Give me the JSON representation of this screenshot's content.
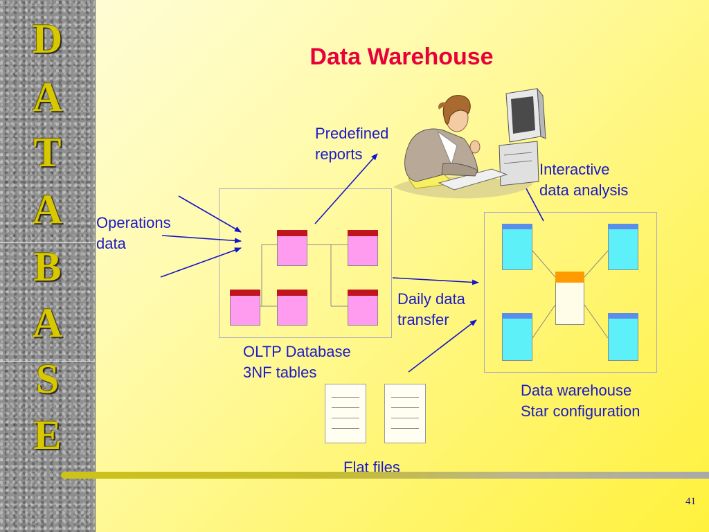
{
  "sidebar": {
    "letters": [
      "D",
      "A",
      "T",
      "A",
      "B",
      "A",
      "S",
      "E"
    ]
  },
  "title": "Data Warehouse",
  "labels": {
    "predefined_reports": "Predefined\nreports",
    "interactive_analysis": "Interactive\ndata analysis",
    "operations_data": "Operations\ndata",
    "daily_transfer": "Daily data\ntransfer",
    "oltp_database": "OLTP Database\n3NF tables",
    "data_warehouse": "Data warehouse\nStar configuration",
    "flat_files": "Flat files"
  },
  "page_number": "41",
  "colors": {
    "title": "#e8003a",
    "label": "#1a1ac8",
    "oltp_table_header": "#c0141e",
    "oltp_table_body": "#ff9cf0",
    "dw_dimension_header": "#5a8ee8",
    "dw_dimension_body": "#5ef0f8",
    "dw_fact_header": "#ff9a00",
    "dw_fact_body": "#fffde8",
    "arrow": "#1414c8",
    "sidebar_letter": "#d8c800"
  },
  "icons": [
    "woman-at-computer-clipart"
  ]
}
